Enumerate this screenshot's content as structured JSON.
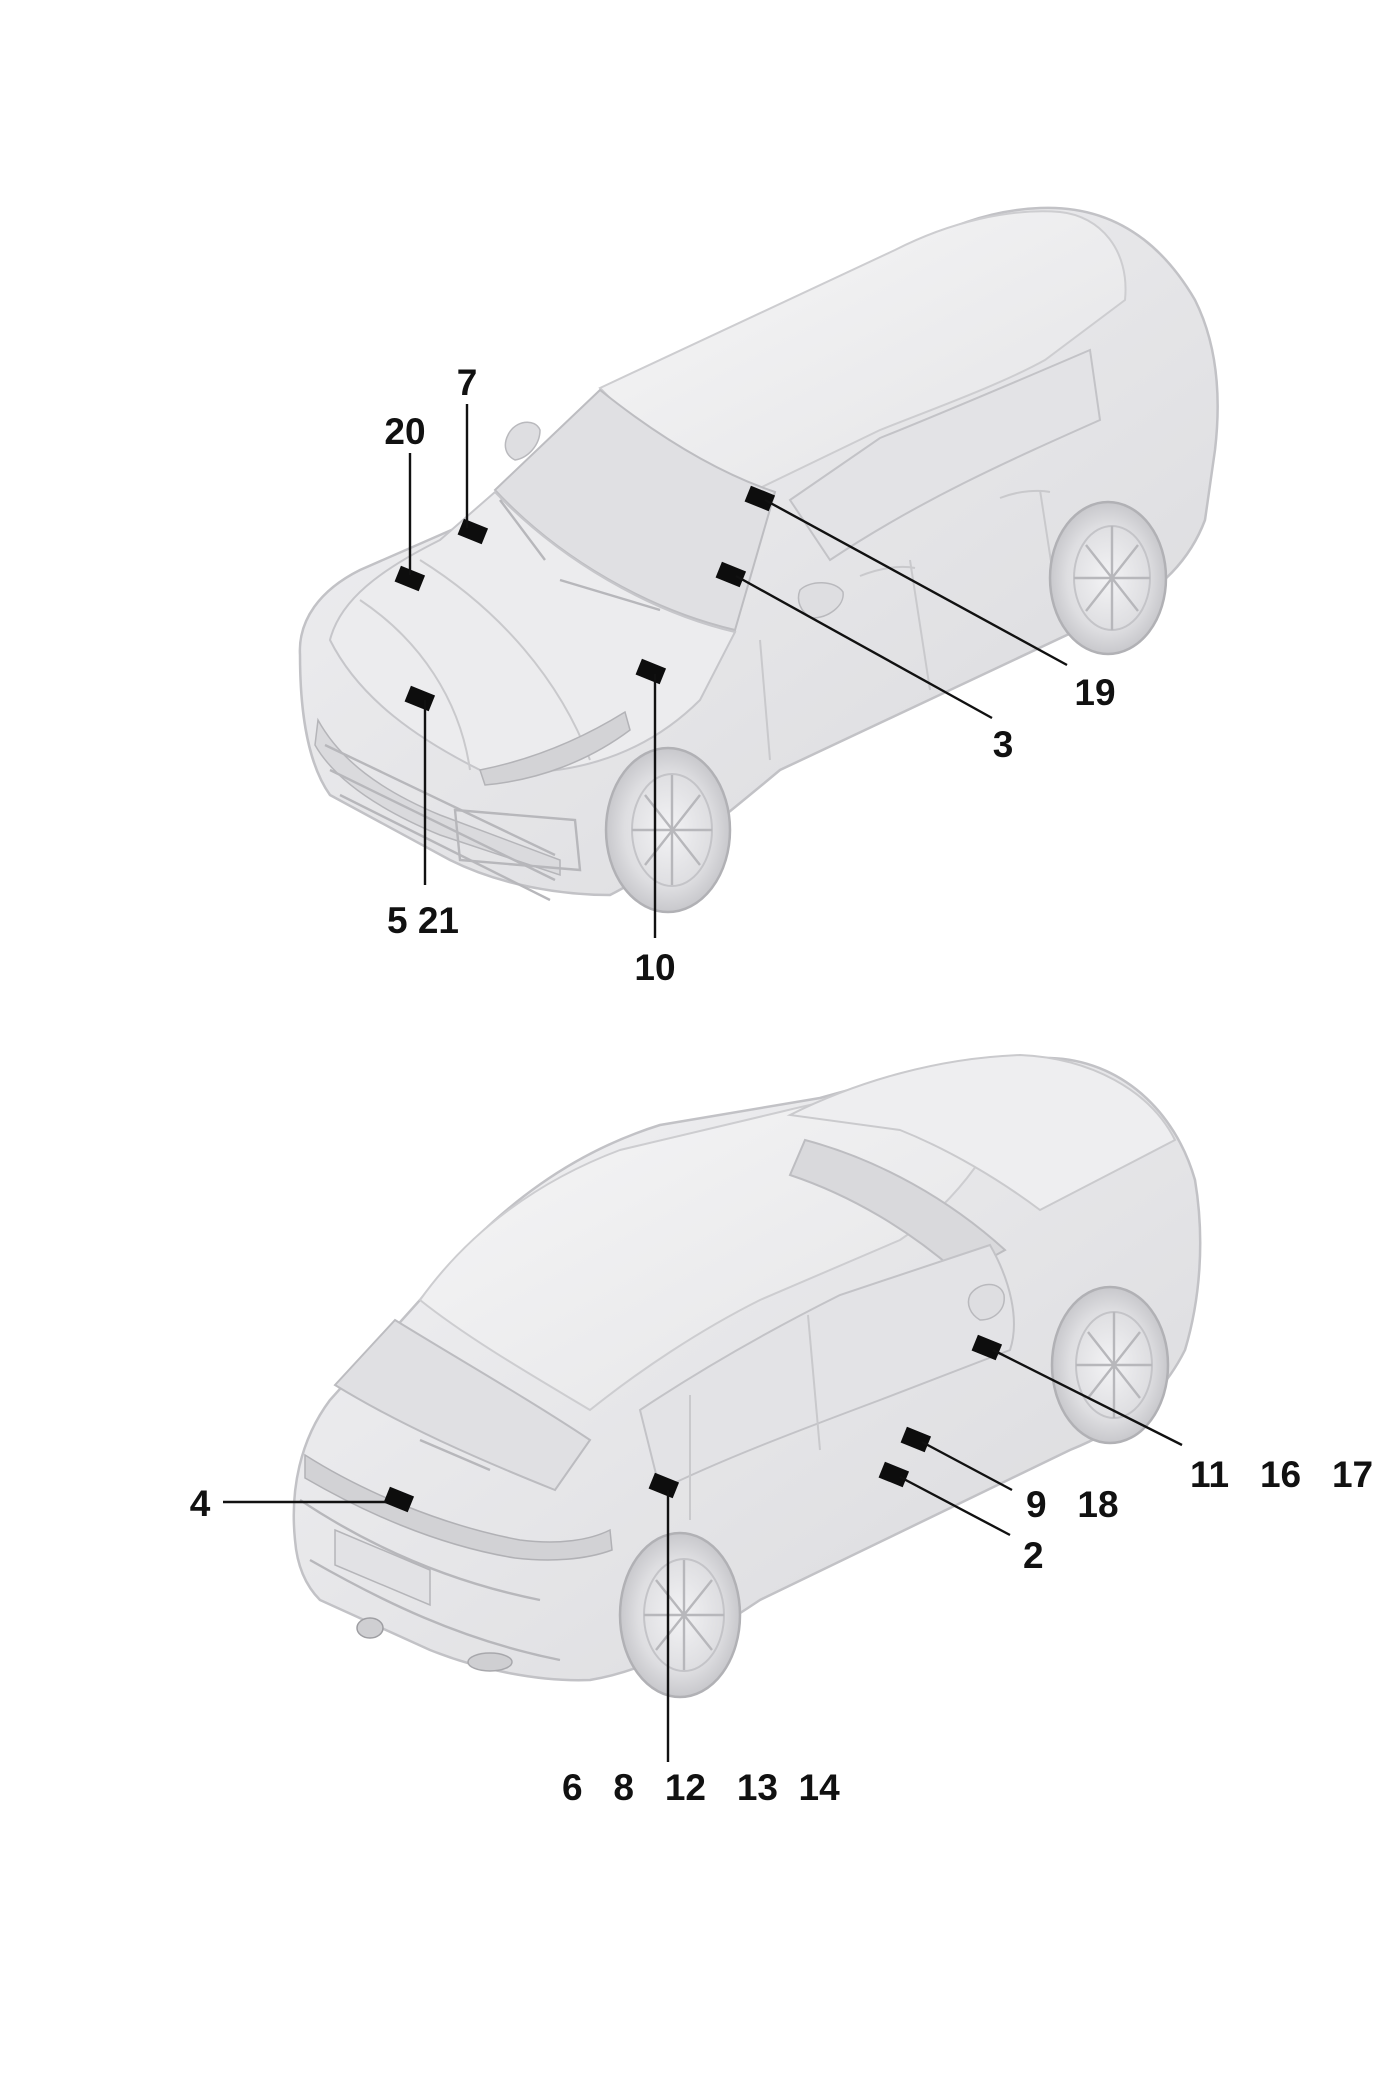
{
  "diagram": {
    "views": [
      {
        "id": "front-view",
        "callouts": [
          {
            "id": "c20",
            "text": "20"
          },
          {
            "id": "c7",
            "text": "7"
          },
          {
            "id": "c19",
            "text": "19"
          },
          {
            "id": "c3",
            "text": "3"
          },
          {
            "id": "c5-21",
            "text": "5 21"
          },
          {
            "id": "c10",
            "text": "10"
          }
        ]
      },
      {
        "id": "rear-view",
        "callouts": [
          {
            "id": "c4",
            "text": "4"
          },
          {
            "id": "c11-16-17",
            "text": "11   16   17"
          },
          {
            "id": "c9-18",
            "text": "9   18"
          },
          {
            "id": "c2",
            "text": "2"
          },
          {
            "id": "c6-14",
            "text": "6   8   12   13  14"
          }
        ]
      }
    ],
    "colors": {
      "body": "#e9e9eb",
      "shade": "#d4d4d7",
      "glass": "#dcdcdf",
      "line": "#111111",
      "tag": "#0d0d0d"
    }
  }
}
